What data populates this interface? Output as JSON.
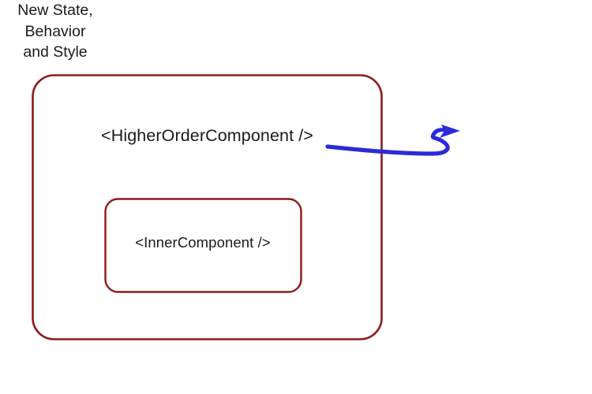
{
  "diagram": {
    "title": "Higher Order Component wrapping diagram",
    "background_color": "#ffffff",
    "outer_box": {
      "label": "<HigherOrderComponent />",
      "border_color": "#8e1b1b",
      "fill_color": "#ffffff",
      "shape": "rounded-rectangle"
    },
    "inner_box": {
      "label": "<InnerComponent />",
      "border_color": "#8e1b1b",
      "fill_color": "#ffffff",
      "shape": "rounded-rectangle"
    },
    "arrow": {
      "name": "curved-arrow",
      "color": "#2b2bd8",
      "direction": "left-to-right-with-upward-curl",
      "points_to": "annotation"
    },
    "annotation": {
      "lines": [
        "New State,",
        "Behavior",
        "and Style"
      ],
      "text_color": "#1a1a1a"
    }
  }
}
